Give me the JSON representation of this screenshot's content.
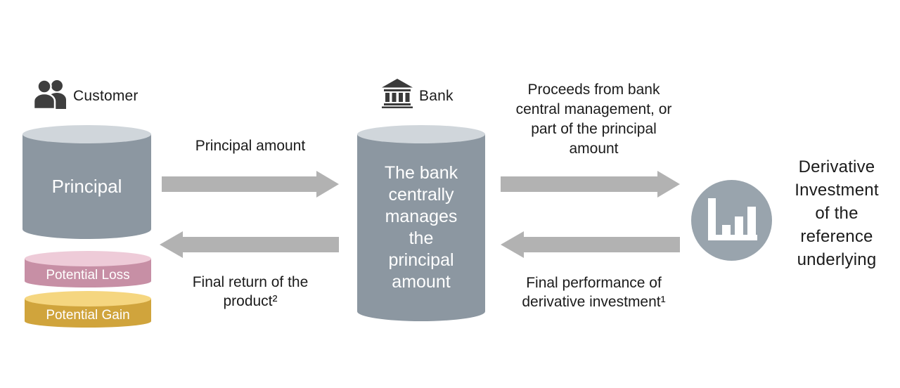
{
  "customer": {
    "label": "Customer",
    "icon": "people-icon"
  },
  "bank": {
    "label": "Bank",
    "icon": "bank-icon"
  },
  "principal_cylinder": {
    "label": "Principal"
  },
  "loss_cylinder": {
    "label": "Potential Loss"
  },
  "gain_cylinder": {
    "label": "Potential Gain"
  },
  "bank_cylinder": {
    "lines": [
      "The bank",
      "centrally",
      "manages",
      "the",
      "principal",
      "amount"
    ]
  },
  "derivative": {
    "icon": "bar-chart-icon",
    "lines": [
      "Derivative",
      "Investment",
      "of the",
      "reference",
      "underlying"
    ]
  },
  "flows": {
    "principal_amount": {
      "direction": "right",
      "label": "Principal amount"
    },
    "final_return": {
      "direction": "left",
      "lines": [
        "Final return of the",
        "product²"
      ]
    },
    "proceeds": {
      "direction": "right",
      "lines": [
        "Proceeds from bank",
        "central management, or",
        "part of the principal",
        "amount"
      ]
    },
    "final_performance": {
      "direction": "left",
      "lines": [
        "Final performance of",
        "derivative investment¹"
      ]
    }
  },
  "colors": {
    "cylinder_body": "#8C97A1",
    "cylinder_top": "#D0D6DB",
    "loss_body": "#C78FA5",
    "loss_top": "#EECBD8",
    "gain_body": "#D0A43C",
    "gain_top": "#F5D680",
    "arrow": "#B2B2B2",
    "circle": "#99A4AD",
    "icon_dark": "#3E3E3E",
    "text_dark": "#1B1B1B",
    "text_light": "#FFFFFF"
  }
}
